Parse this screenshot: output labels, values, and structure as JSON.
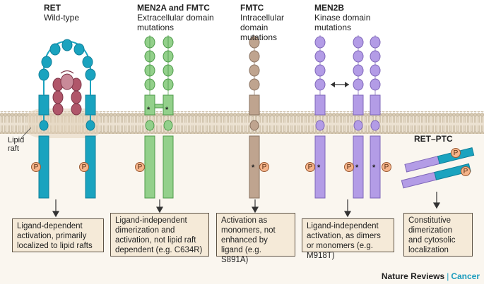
{
  "columns": [
    {
      "title": "RET",
      "subtitle": "Wild-type",
      "box": "Ligand-dependent activation, primarily localized to lipid rafts"
    },
    {
      "title": "MEN2A and FMTC",
      "subtitle": "Extracellular domain mutations",
      "box": "Ligand-independent dimerization and activation, not lipid raft dependent (e.g. C634R)"
    },
    {
      "title": "FMTC",
      "subtitle": "Intracellular domain mutations",
      "box": "Activation as monomers, not enhanced by ligand (e.g. S891A)"
    },
    {
      "title": "MEN2B",
      "subtitle": "Kinase domain mutations",
      "box": "Ligand-independent activation, as dimers or monomers (e.g. M918T)"
    },
    {
      "title": "RET–PTC",
      "subtitle": "",
      "box": "Constitutive dimerization and cytosolic localization"
    }
  ],
  "lipid_raft_label": "Lipid raft",
  "phospho_label": "P",
  "mutation_mark": "*",
  "footer": {
    "publisher": "Nature Reviews",
    "separator": "|",
    "journal": "Cancer"
  },
  "colors": {
    "wildtype": "#1aa3bf",
    "wildtype_dark": "#0f7f99",
    "ligand": "#b0566a",
    "men2a": "#93d08b",
    "men2a_dark": "#4e9a4a",
    "fmtc": "#bfa48f",
    "fmtc_dark": "#8a7362",
    "men2b": "#b39ce6",
    "men2b_dark": "#7e66b8",
    "phospho": "#f6b48a",
    "box_fill": "#f5ead8",
    "membrane_fill": "#ece2d2",
    "brand": "#1a9bbd"
  }
}
